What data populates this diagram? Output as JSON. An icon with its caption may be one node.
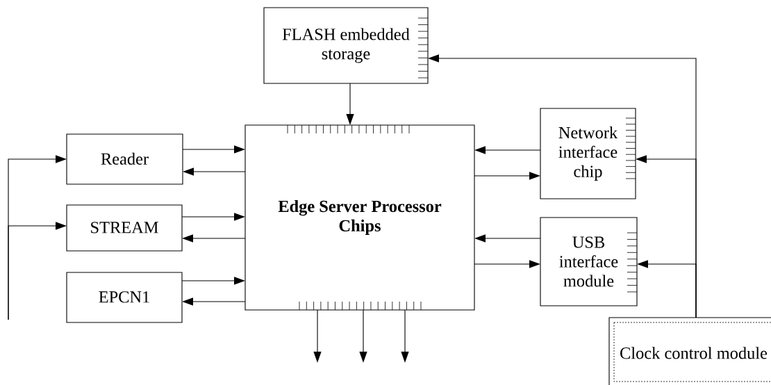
{
  "diagram": {
    "nodes": [
      {
        "text": [
          "FLASH embedded storage"
        ]
      },
      {
        "text": [
          "**Edge Server Processor Chips**"
        ]
      },
      {
        "text": [
          "Reader"
        ]
      },
      {
        "text": [
          "STREAM"
        ]
      },
      {
        "text": [
          "EPCN1"
        ]
      },
      {
        "text": [
          "Network interface chip"
        ]
      },
      {
        "text": [
          "USB interface module"
        ]
      },
      {
        "text": [
          "Clock control module"
        ]
      }
    ],
    "edges": [
      {
        "from": 0,
        "to": 1,
        "arrow": "to"
      },
      {
        "from": 2,
        "to": 1,
        "arrow": "to"
      },
      {
        "from": 1,
        "to": 2,
        "arrow": "to"
      },
      {
        "from": 3,
        "to": 1,
        "arrow": "to"
      },
      {
        "from": 1,
        "to": 3,
        "arrow": "to"
      },
      {
        "from": 4,
        "to": 1,
        "arrow": "to"
      },
      {
        "from": 1,
        "to": 4,
        "arrow": "to"
      },
      {
        "from": 5,
        "to": 1,
        "arrow": "to"
      },
      {
        "from": 1,
        "to": 5,
        "arrow": "to"
      },
      {
        "from": 6,
        "to": 1,
        "arrow": "to"
      },
      {
        "from": 1,
        "to": 6,
        "arrow": "to"
      },
      {
        "from": 7,
        "to": 0,
        "arrow": "to"
      },
      {
        "from": 7,
        "to": 5,
        "arrow": "to"
      },
      {
        "from": 7,
        "to": 6,
        "arrow": "to"
      },
      {
        "from": null,
        "to": 2,
        "arrow": "to"
      },
      {
        "from": null,
        "to": 3,
        "arrow": "to"
      },
      {
        "from": 1,
        "to": null,
        "arrow": "to"
      },
      {
        "from": 1,
        "to": null,
        "arrow": "to"
      },
      {
        "from": 1,
        "to": null,
        "arrow": "to"
      }
    ]
  }
}
